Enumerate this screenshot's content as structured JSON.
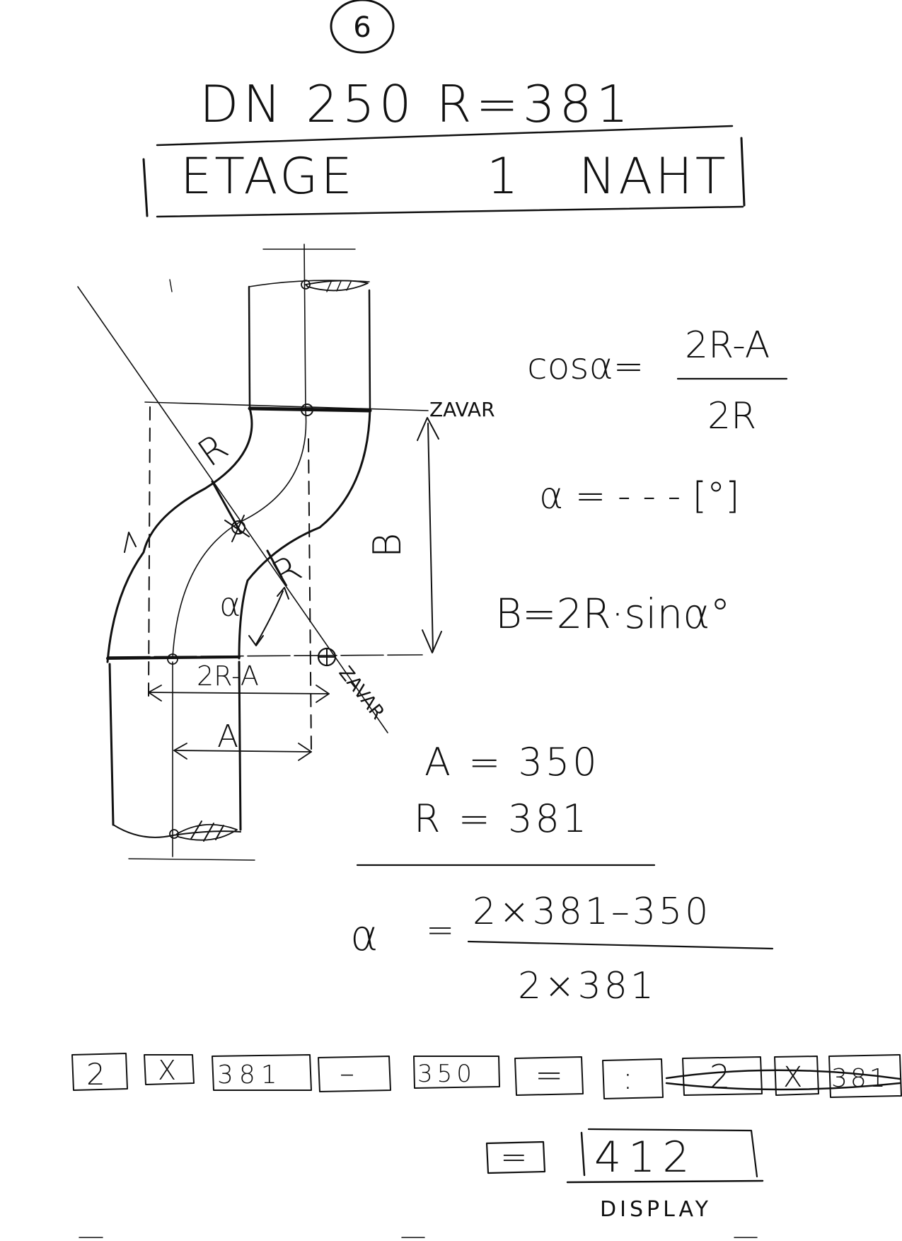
{
  "page_number": "6",
  "header": {
    "line1": "DN  250   R=381",
    "line2_left": "ETAGE",
    "line2_mid": "1",
    "line2_right": "NAHT"
  },
  "diagram_labels": {
    "weld_top": "ZAVAR",
    "weld_bottom": "ZAVAR",
    "r_upper": "R",
    "r_lower": "R",
    "b_dim": "B",
    "alpha": "α",
    "two_r_minus_a": "2R-A",
    "a_dim": "A"
  },
  "formulas": {
    "cos_lhs": "cosα=",
    "cos_num": "2R-A",
    "cos_den": "2R",
    "alpha_eq": "α = - - - [°]",
    "b_eq": "B=2R·sinα°"
  },
  "given": {
    "a": "A = 350",
    "r": "R = 381"
  },
  "calc": {
    "lhs": "α",
    "eq": "=",
    "num": "2×381–350",
    "den": "2×381"
  },
  "keys": [
    "2",
    "X",
    "381",
    "–",
    "350",
    "=",
    ":",
    "2",
    "X",
    "381"
  ],
  "result": {
    "eq_key": "=",
    "display_value": "412",
    "display_label": "DISPLAY"
  }
}
